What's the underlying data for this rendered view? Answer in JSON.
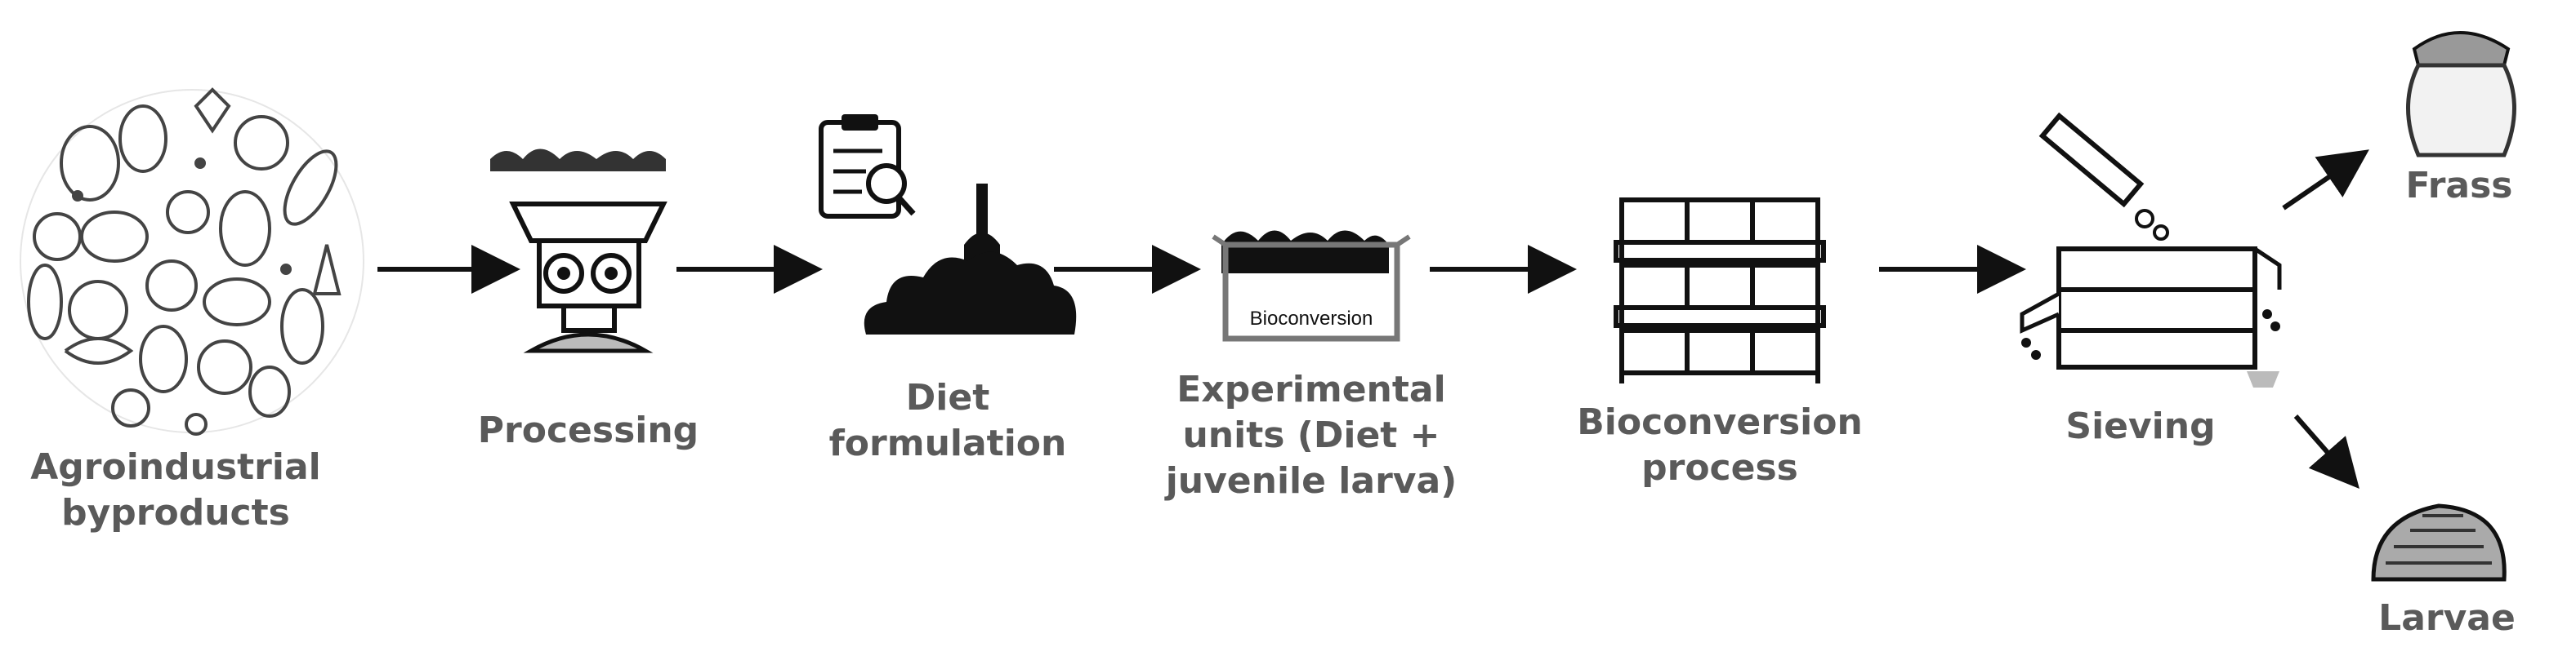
{
  "diagram": {
    "steps": [
      {
        "id": "agro",
        "label": "Agroindustrial\nbyproducts"
      },
      {
        "id": "processing",
        "label": "Processing"
      },
      {
        "id": "diet",
        "label": "Diet\nformulation"
      },
      {
        "id": "experimental",
        "label": "Experimental\nunits (Diet +\njuvenile larva)"
      },
      {
        "id": "bioconversion",
        "label": "Bioconversion\nprocess"
      },
      {
        "id": "sieving",
        "label": "Sieving"
      }
    ],
    "outputs": [
      {
        "id": "frass",
        "label": "Frass"
      },
      {
        "id": "larvae",
        "label": "Larvae"
      }
    ],
    "container_label": "Bioconversion",
    "colors": {
      "ink": "#111111",
      "label": "#5a5a5a",
      "gray": "#d8d8d8"
    }
  }
}
